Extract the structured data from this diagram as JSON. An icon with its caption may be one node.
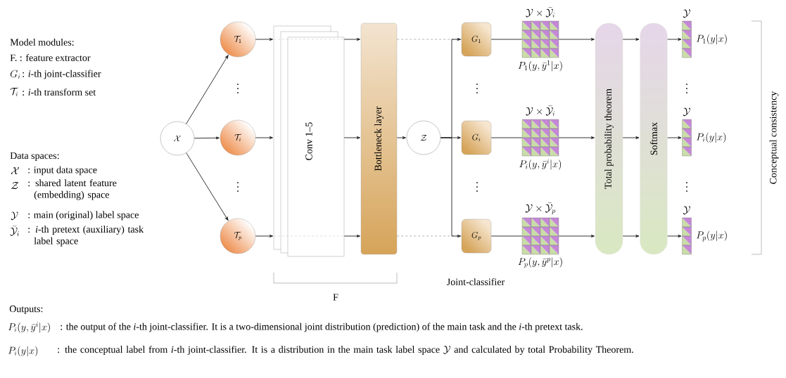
{
  "diagram": {
    "nodes": [
      {
        "text": [
          "\\mathcal{X}"
        ]
      },
      {
        "text": [
          "\\mathcal{T}_1"
        ]
      },
      {
        "text": [
          "\\mathcal{T}_i"
        ]
      },
      {
        "text": [
          "\\mathcal{T}_p"
        ]
      },
      {
        "text": [
          "Conv 1–5"
        ]
      },
      {
        "text": [
          "Bottleneck layer"
        ]
      },
      {
        "text": [
          "\\mathcal{Z}"
        ]
      },
      {
        "text": [
          "G_1"
        ]
      },
      {
        "text": [
          "G_i"
        ]
      },
      {
        "text": [
          "G_p"
        ]
      },
      {
        "text": [],
        "shape": "grid",
        "beside": [
          "\\mathcal{Y}\\times\\bar{\\mathcal{Y}}_i",
          "P_1(y, \\bar{y}^1|x)"
        ]
      },
      {
        "text": [],
        "shape": "grid",
        "beside": [
          "\\mathcal{Y}\\times\\bar{\\mathcal{Y}}_i",
          "P_i(y, \\bar{y}^i|x)"
        ]
      },
      {
        "text": [],
        "shape": "grid",
        "beside": [
          "\\mathcal{Y}\\times\\bar{\\mathcal{Y}}_p",
          "P_p(y, \\bar{y}^p|x)"
        ]
      },
      {
        "text": [
          "Total probability theorem"
        ]
      },
      {
        "text": [
          "Softmax"
        ]
      },
      {
        "text": [],
        "shape": "bar",
        "beside": [
          "\\mathcal{Y}",
          "P_1(y|x)"
        ]
      },
      {
        "text": [],
        "shape": "bar",
        "beside": [
          "\\mathcal{Y}",
          "P_i(y|x)"
        ]
      },
      {
        "text": [],
        "shape": "bar",
        "beside": [
          "\\mathcal{Y}",
          "P_p(y|x)"
        ]
      }
    ],
    "edges": [
      {
        "from": 0,
        "to": 1,
        "arrow": "to"
      },
      {
        "from": 0,
        "to": 2,
        "arrow": "to"
      },
      {
        "from": 0,
        "to": 3,
        "arrow": "to"
      },
      {
        "from": 1,
        "to": 4,
        "arrow": "to"
      },
      {
        "from": 2,
        "to": 4,
        "arrow": "to"
      },
      {
        "from": 3,
        "to": 4,
        "arrow": "to"
      },
      {
        "from": 4,
        "to": 5,
        "arrow": "to"
      },
      {
        "from": 4,
        "to": 5,
        "arrow": "to"
      },
      {
        "from": 4,
        "to": 5,
        "arrow": "to"
      },
      {
        "from": 5,
        "to": 6,
        "arrow": "to"
      },
      {
        "from": 5,
        "to": 7,
        "arrow": "none",
        "style": "dashed",
        "color": "#aaaaaa"
      },
      {
        "from": 5,
        "to": 9,
        "arrow": "none",
        "style": "dashed",
        "color": "#aaaaaa"
      },
      {
        "from": 6,
        "to": 7,
        "arrow": "to"
      },
      {
        "from": 6,
        "to": 8,
        "arrow": "to"
      },
      {
        "from": 6,
        "to": 9,
        "arrow": "to"
      },
      {
        "from": 7,
        "to": 10,
        "arrow": "none"
      },
      {
        "from": 8,
        "to": 11,
        "arrow": "none"
      },
      {
        "from": 9,
        "to": 12,
        "arrow": "none"
      },
      {
        "from": 10,
        "to": 13,
        "arrow": "to"
      },
      {
        "from": 11,
        "to": 13,
        "arrow": "to"
      },
      {
        "from": 12,
        "to": 13,
        "arrow": "to"
      },
      {
        "from": 13,
        "to": 14,
        "arrow": "to"
      },
      {
        "from": 13,
        "to": 14,
        "arrow": "to"
      },
      {
        "from": 13,
        "to": 14,
        "arrow": "to"
      },
      {
        "from": 14,
        "to": 15,
        "arrow": "to"
      },
      {
        "from": 14,
        "to": 16,
        "arrow": "to"
      },
      {
        "from": 14,
        "to": 17,
        "arrow": "to"
      }
    ],
    "labels": [
      "Model modules:",
      "F. : feature extractor",
      "G_i",
      ": *i*-th joint-classifier",
      "\\mathcal{T}_i",
      ": *i*-th transform set",
      "Data spaces:",
      "\\mathcal{X}",
      ": input data space",
      "\\mathcal{Z}",
      ": shared latent feature (embedding) space",
      "\\mathcal{Y}",
      ": main (original) label space",
      "\\bar{\\mathcal{Y}}_i",
      ": *i*-th pretext (auxiliary) task label space",
      "F",
      "Joint-classifier",
      "Conceptual consistency",
      "Outputs:",
      "P_i(y, \\bar{y}^i|x)",
      ": the output of the *i*-th joint-classifier. It is a two-dimensional joint distribution (prediction) of the main task and the *i*-th pretext task.",
      "P_i(y|x)",
      ": the conceptual label from *i*-th joint-classifier. It is a distribution in the main task label space",
      "\\mathcal{Y}",
      "and calculated by total Probability Theorem."
    ]
  }
}
